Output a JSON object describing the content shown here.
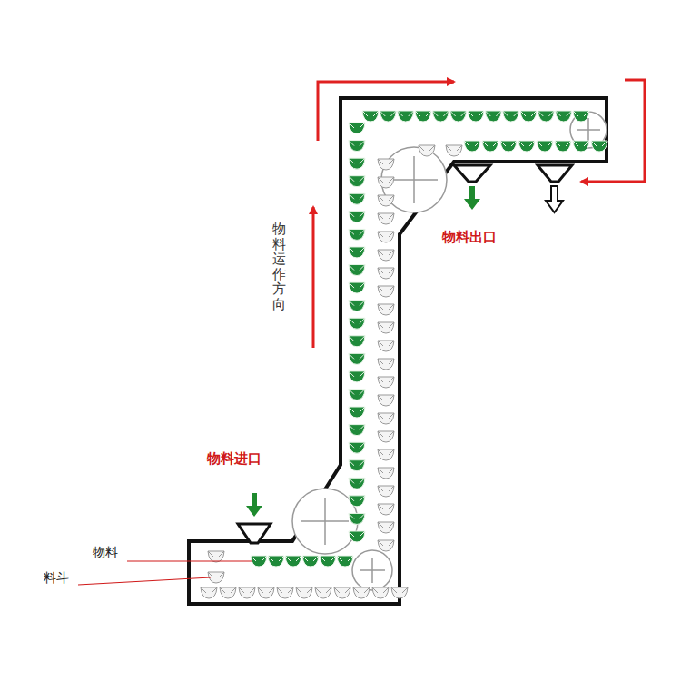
{
  "diagram": {
    "labels": [
      "物料出口",
      "物料进口",
      "物料运作方向",
      "物料",
      "料斗"
    ]
  }
}
